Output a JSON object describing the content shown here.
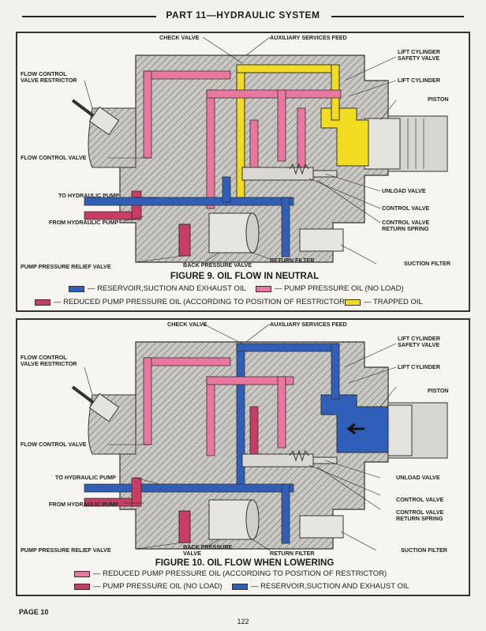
{
  "header": {
    "title": "PART 11—HYDRAULIC SYSTEM"
  },
  "colors": {
    "blue": "#2f5fb8",
    "pink": "#e9779f",
    "dark_pink": "#c93c63",
    "yellow": "#f2dc1f",
    "body": "#bdbdb8",
    "hatch": "#8f8f8a"
  },
  "figure1": {
    "caption": "FIGURE 9.  OIL FLOW IN NEUTRAL",
    "labels": {
      "check_valve": "CHECK VALVE",
      "aux_feed": "AUXILIARY SERVICES FEED",
      "lift_safety": "LIFT CYLINDER\nSAFETY VALVE",
      "lift_cyl": "LIFT CYLINDER",
      "piston": "PISTON",
      "fc_restrictor": "FLOW CONTROL\nVALVE RESTRICTOR",
      "fc_valve": "FLOW CONTROL VALVE",
      "to_pump": "TO HYDRAULIC PUMP",
      "from_pump": "FROM HYDRAULIC PUMP",
      "unload": "UNLOAD VALVE",
      "control": "CONTROL VALVE",
      "control_spring": "CONTROL VALVE\nRETURN SPRING",
      "suction": "SUCTION FILTER",
      "relief": "PUMP PRESSURE RELIEF VALVE",
      "back_pressure": "BACK PRESSURE VALVE",
      "return_filter": "RETURN FILTER"
    },
    "legend": [
      {
        "text": "— RESERVOIR,SUCTION AND EXHAUST OIL",
        "color": "#2f5fb8"
      },
      {
        "text": "— PUMP PRESSURE OIL (NO LOAD)",
        "color": "#e9779f"
      },
      {
        "text": "— REDUCED PUMP PRESSURE OIL (ACCORDING TO POSITION OF RESTRICTOR)",
        "color": "#c93c63"
      },
      {
        "text": "— TRAPPED OIL",
        "color": "#f2dc1f"
      }
    ]
  },
  "figure2": {
    "caption": "FIGURE 10.  OIL FLOW WHEN LOWERING",
    "labels": {
      "check_valve": "CHECK VALVE",
      "aux_feed": "AUXILIARY SERVICES FEED",
      "lift_safety": "LIFT CYLINDER\nSAFETY VALVE",
      "lift_cyl": "LIFT CYLINDER",
      "piston": "PISTON",
      "fc_restrictor": "FLOW CONTROL\nVALVE RESTRICTOR",
      "fc_valve": "FLOW CONTROL VALVE",
      "to_pump": "TO HYDRAULIC PUMP",
      "from_pump": "FROM HYDRAULIC PUMP",
      "unload": "UNLOAD VALVE",
      "control": "CONTROL VALVE",
      "control_spring": "CONTROL VALVE\nRETURN SPRING",
      "suction": "SUCTION FILTER",
      "relief": "PUMP PRESSURE RELIEF VALVE",
      "back_pressure": "BACK PRESSURE\nVALVE",
      "return_filter": "RETURN FILTER"
    },
    "legend": [
      {
        "text": "— REDUCED PUMP PRESSURE OIL (ACCORDING TO POSITION OF RESTRICTOR)",
        "color": "#e9779f"
      },
      {
        "text": "— PUMP PRESSURE OIL (NO LOAD)",
        "color": "#c93c63"
      },
      {
        "text": "— RESERVOIR,SUCTION AND EXHAUST OIL",
        "color": "#2f5fb8"
      }
    ]
  },
  "footer": {
    "page_label": "PAGE 10",
    "page_number": "122"
  }
}
